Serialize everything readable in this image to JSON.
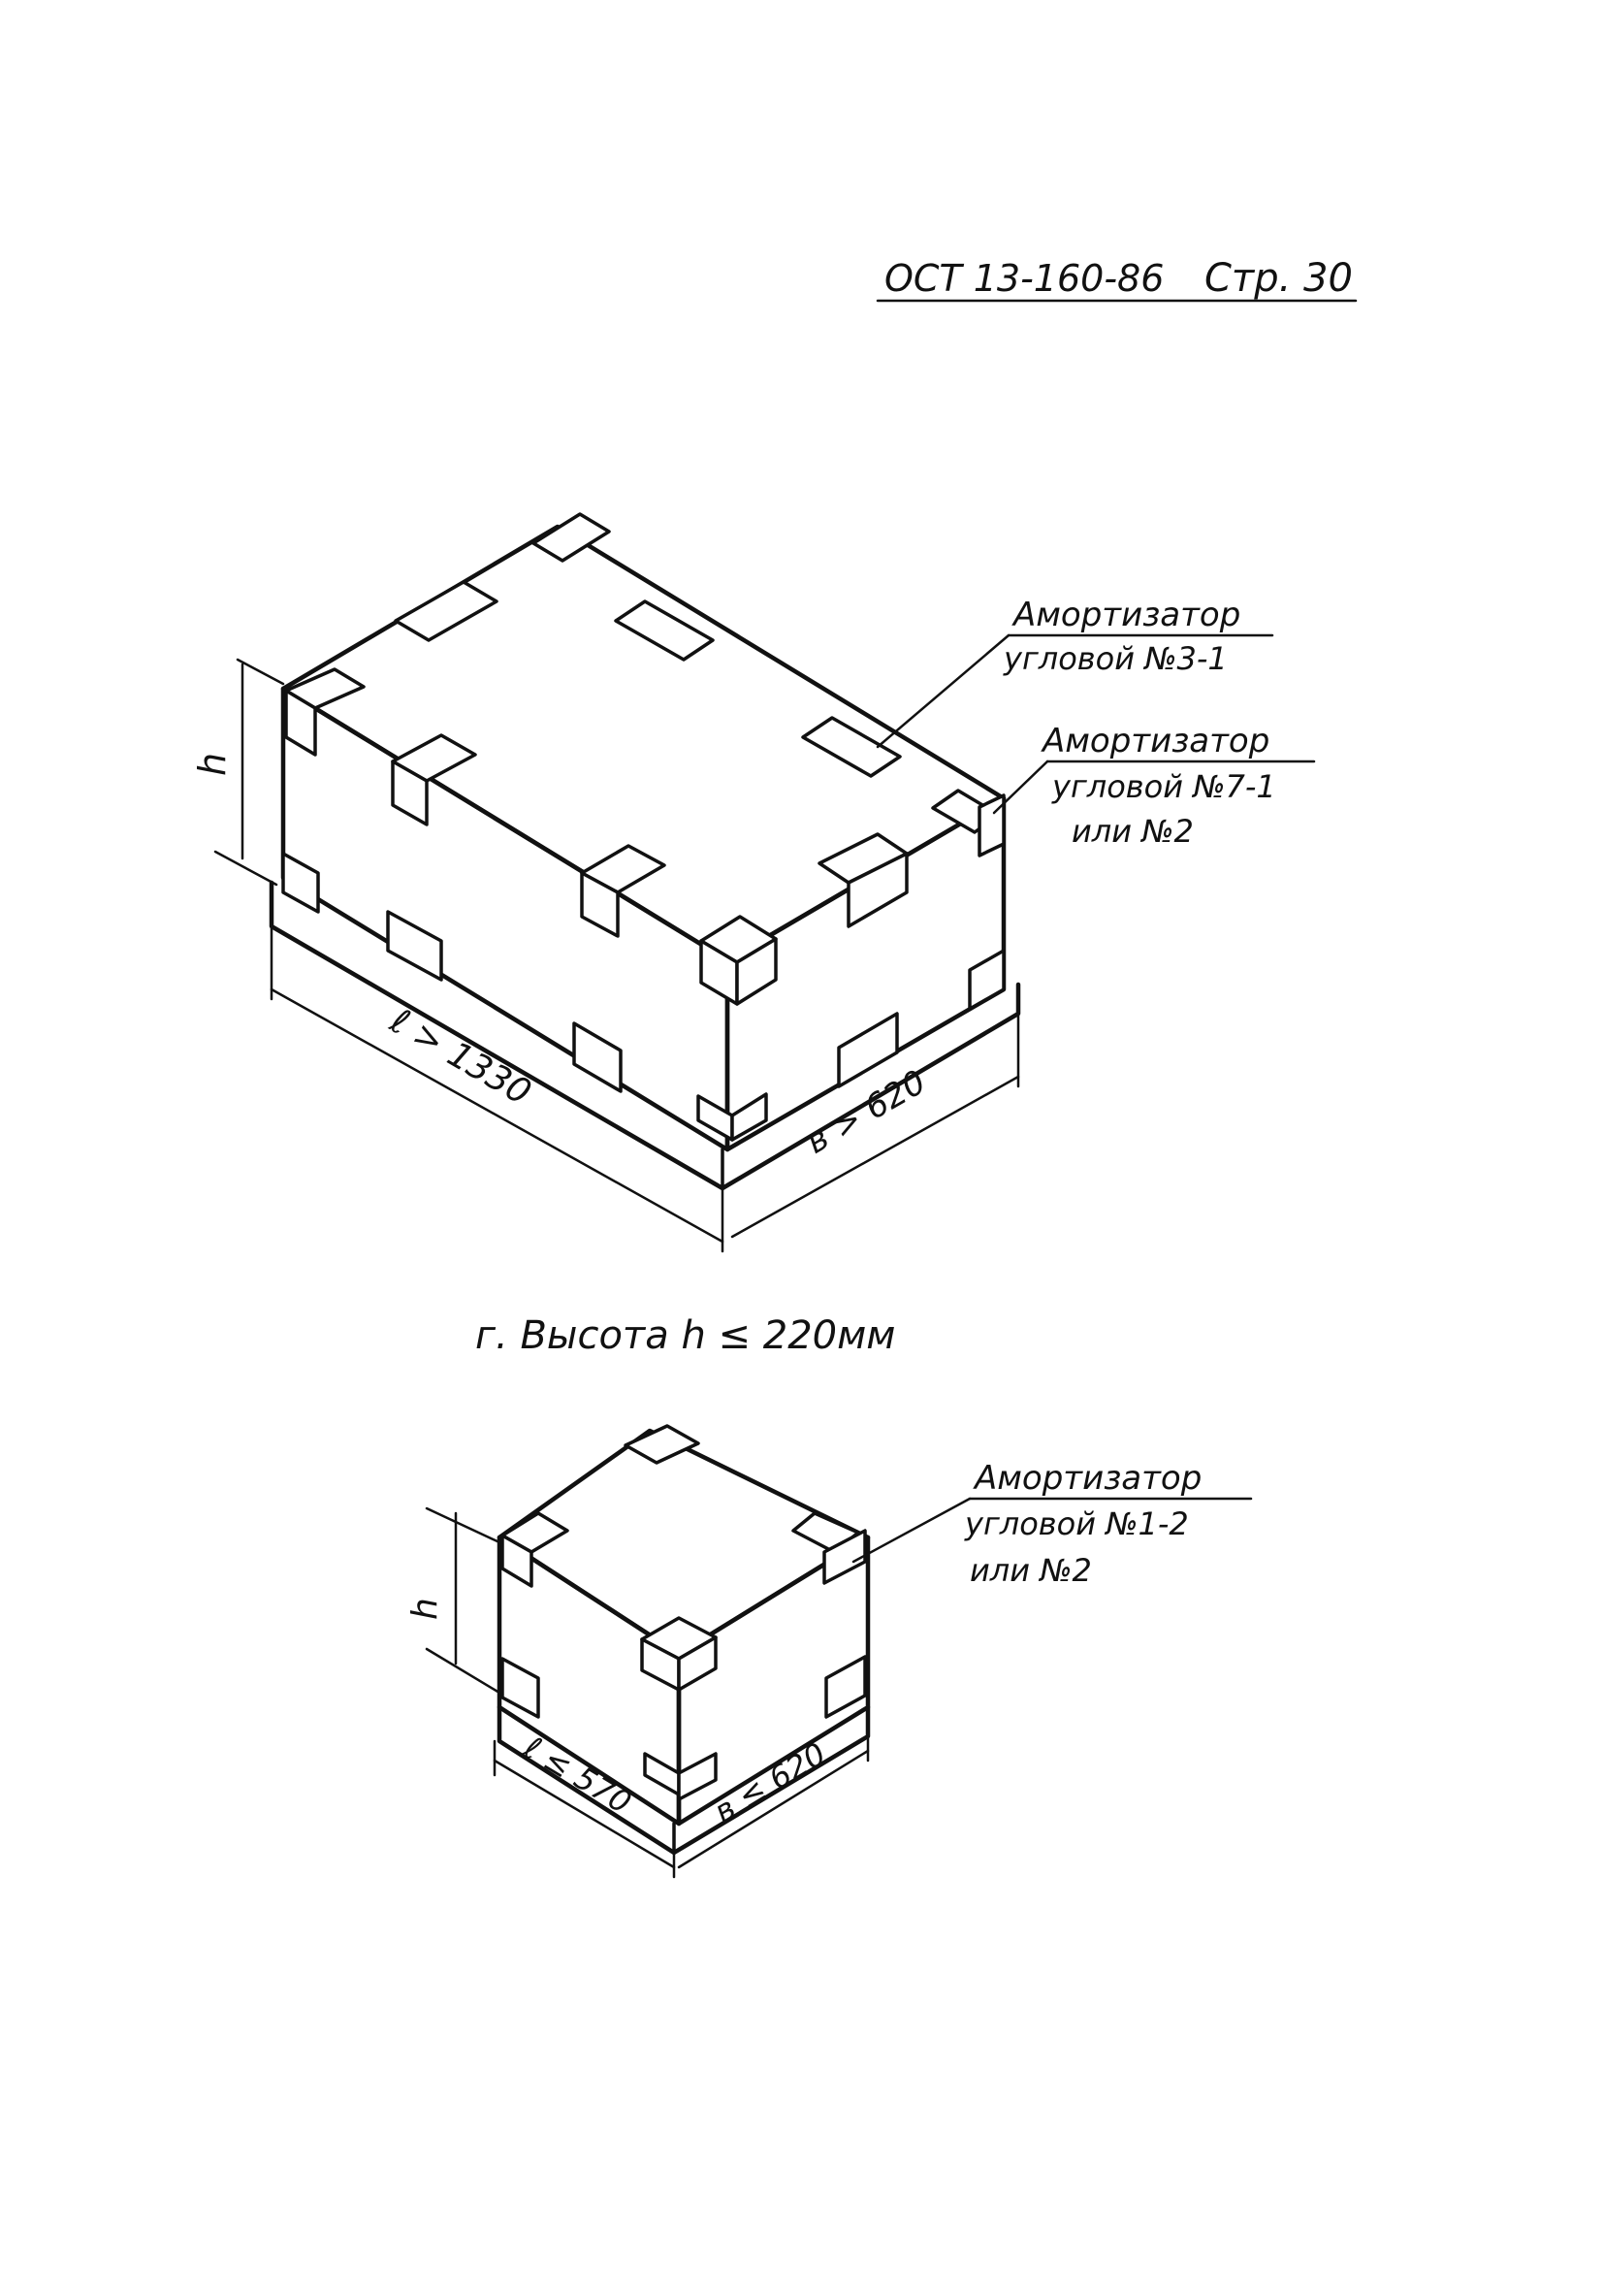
{
  "header": {
    "doc_code": "ОСТ 13-160-86",
    "page_label": "Стр. 30"
  },
  "figure_large": {
    "callout_1": {
      "line1": "Амортизатор",
      "line2": "угловой №3-1"
    },
    "callout_2": {
      "line1": "Амортизатор",
      "line2": "угловой №7-1",
      "line3": "или №2"
    },
    "dim_length": "ℓ > 1330",
    "dim_width": "в > 620",
    "dim_height": "h",
    "caption": "г. Высота h ≤ 220мм"
  },
  "figure_small": {
    "callout": {
      "line1": "Амортизатор",
      "line2": "угловой №1-2",
      "line3": "или №2"
    },
    "dim_length": "ℓ ≤ 570",
    "dim_width": "в ≤ 620",
    "dim_height": "h"
  }
}
